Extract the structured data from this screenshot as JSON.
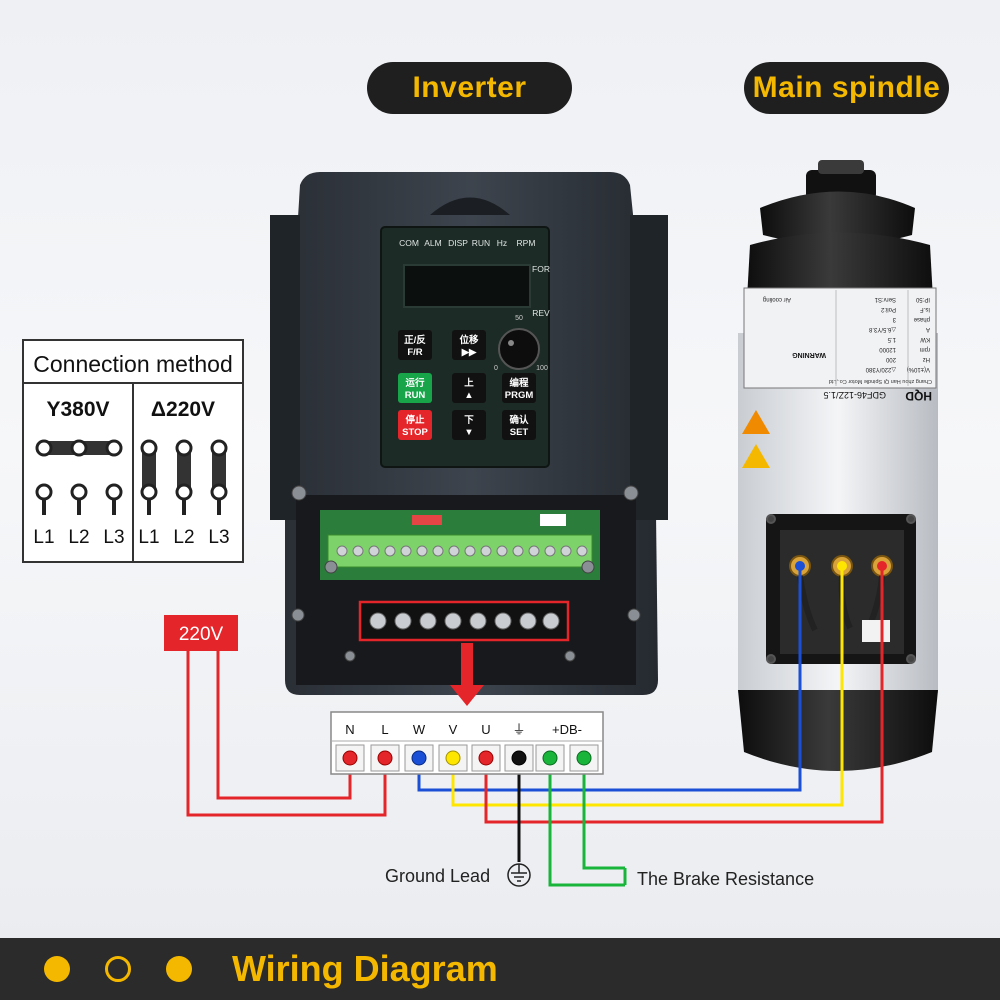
{
  "titles": {
    "inverter": "Inverter",
    "spindle": "Main spindle"
  },
  "connection": {
    "title": "Connection method",
    "star": "Y380V",
    "delta": "Δ220V",
    "terminals": [
      "L1",
      "L2",
      "L3"
    ]
  },
  "inverter_panel": {
    "indicators": [
      "COM",
      "ALM",
      "DISP",
      "RUN",
      "Hz",
      "RPM"
    ],
    "for": "FOR",
    "rev": "REV",
    "knob_scale": [
      "50",
      "0",
      "100"
    ],
    "keys": [
      {
        "top": "正/反",
        "bottom": "F/R"
      },
      {
        "top": "位移",
        "bottom": "▶▶"
      },
      {
        "top": "运行",
        "bottom": "RUN"
      },
      {
        "top": "上",
        "bottom": "▲"
      },
      {
        "top": "编程",
        "bottom": "PRGM"
      },
      {
        "top": "停止",
        "bottom": "STOP"
      },
      {
        "top": "下",
        "bottom": "▼"
      },
      {
        "top": "确认",
        "bottom": "SET"
      }
    ]
  },
  "spindle_label": {
    "brand": "R",
    "model": "GDF46-12Z/1.5",
    "brand_short": "HQD",
    "warning": "WARNING",
    "maker": "Chang zhou Han Qi Spindle Motor Co.,Ltd",
    "rows": [
      [
        "V(±10%)",
        "△220/Y380"
      ],
      [
        "Hz",
        "200"
      ],
      [
        "rpm",
        "12000"
      ],
      [
        "KW",
        "1.5"
      ],
      [
        "A",
        "△6.5/Y3.8"
      ],
      [
        "phase",
        "3"
      ],
      [
        "Is.F",
        "Poli:2"
      ],
      [
        "IP:50",
        "Serv:S1"
      ]
    ],
    "cooling": "Air cooling"
  },
  "terminal_block": {
    "labels": [
      "N",
      "L",
      "W",
      "V",
      "U",
      "⏚",
      "+DB-"
    ]
  },
  "supply_label": "220V",
  "ground_label": "Ground Lead",
  "brake_label": "The Brake Resistance",
  "footer": "Wiring Diagram",
  "colors": {
    "accent": "#f5b800",
    "red": "#e4262b",
    "blue": "#1a4fd6",
    "yellow": "#ffe600",
    "green": "#19b53a",
    "black": "#111111"
  }
}
